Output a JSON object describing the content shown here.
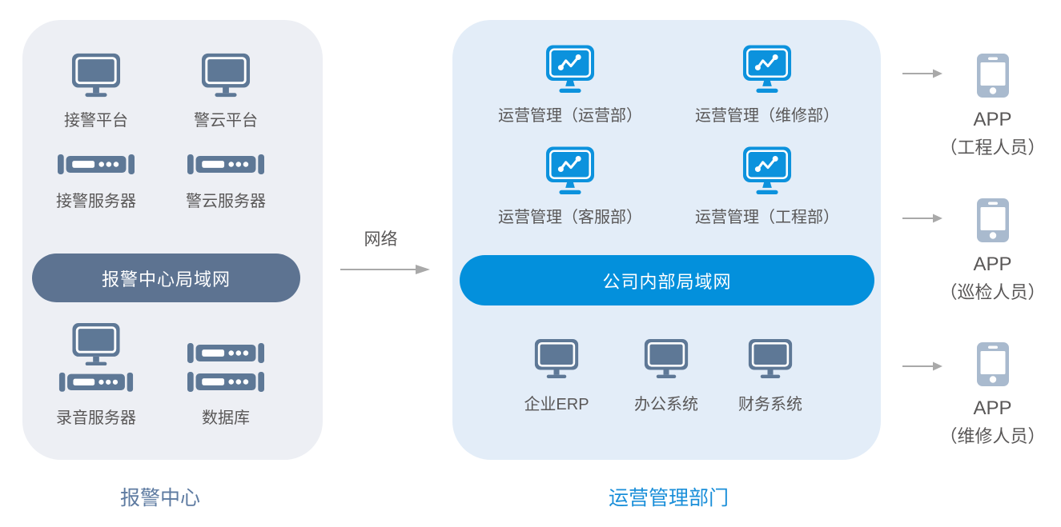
{
  "colors": {
    "slate": "#5e7896",
    "blue": "#0c92dd",
    "phone": "#a9bace",
    "panel-left": "#edeff4",
    "panel-right": "#e3edf8",
    "pill-dark": "#5d7391",
    "pill-blue": "#0390dc",
    "label": "#595757",
    "caption-left": "#5e7ba1",
    "caption-right": "#1b8fd9",
    "arrow": "#a9a9a9"
  },
  "alarm_center": {
    "caption": "报警中心",
    "lan": "报警中心局域网",
    "devices": [
      "接警平台",
      "警云平台",
      "接警服务器",
      "警云服务器",
      "录音服务器",
      "数据库"
    ]
  },
  "network": {
    "label": "网络"
  },
  "ops_dept": {
    "caption": "运营管理部门",
    "lan": "公司内部局域网",
    "workstations": [
      "运营管理（运营部）",
      "运营管理（维修部）",
      "运营管理（客服部）",
      "运营管理（工程部）"
    ],
    "systems": [
      "企业ERP",
      "办公系统",
      "财务系统"
    ]
  },
  "apps": [
    {
      "name": "APP",
      "role": "（工程人员）"
    },
    {
      "name": "APP",
      "role": "（巡检人员）"
    },
    {
      "name": "APP",
      "role": "（维修人员）"
    }
  ]
}
